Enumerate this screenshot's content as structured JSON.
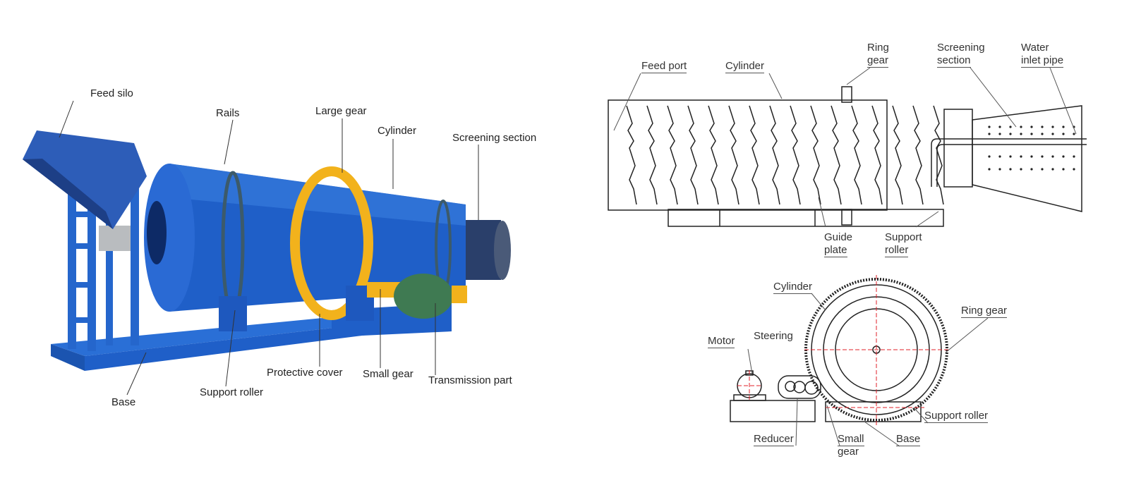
{
  "photo_labels": {
    "feed_silo": "Feed silo",
    "rails": "Rails",
    "large_gear": "Large gear",
    "cylinder": "Cylinder",
    "screening_section": "Screening section",
    "base": "Base",
    "support_roller": "Support roller",
    "protective_cover": "Protective cover",
    "small_gear": "Small gear",
    "transmission_part": "Transmission part"
  },
  "side_view_labels": {
    "feed_port": "Feed port",
    "cylinder": "Cylinder",
    "ring_gear_1": "Ring",
    "ring_gear_2": "gear",
    "screening_1": "Screening",
    "screening_2": "section",
    "water_1": "Water",
    "water_2": "inlet pipe",
    "guide_1": "Guide",
    "guide_2": "plate",
    "support_1": "Support",
    "support_2": "roller"
  },
  "end_view_labels": {
    "cylinder": "Cylinder",
    "ring_gear": "Ring gear",
    "steering": "Steering",
    "motor": "Motor",
    "support_roller": "Support roller",
    "reducer": "Reducer",
    "small_gear_1": "Small",
    "small_gear_2": "gear",
    "base": "Base"
  },
  "colors": {
    "machine_blue": "#1f5fc8",
    "gear_yellow": "#f2b21c",
    "gearbox_green": "#3f7a52",
    "centerline_red": "#e0202a"
  }
}
